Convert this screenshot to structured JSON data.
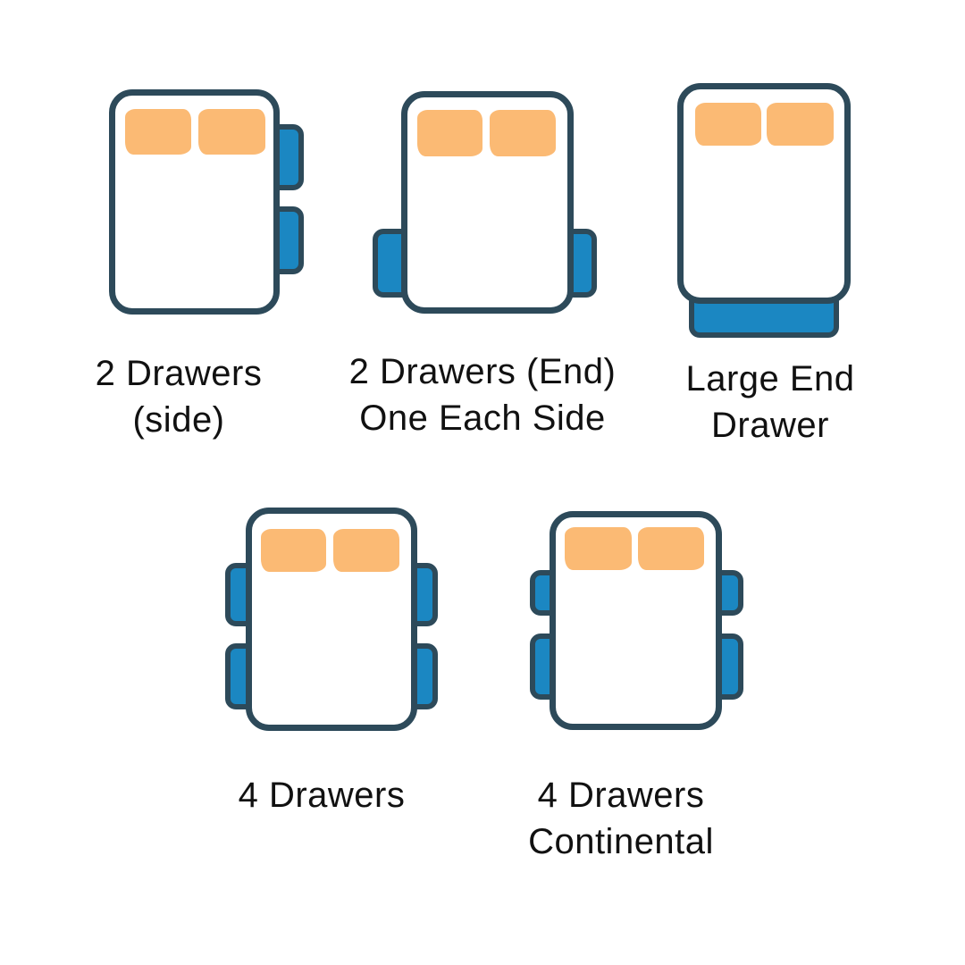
{
  "colors": {
    "outline": "#2d4a5a",
    "drawer": "#1b87c2",
    "pillow": "#fbba74",
    "text": "#111111",
    "background": "#ffffff"
  },
  "beds": [
    {
      "label_lines": [
        "2 Drawers",
        "(side)"
      ],
      "drawer_count": 2,
      "drawer_placement": "two drawers on right side"
    },
    {
      "label_lines": [
        "2 Drawers (End)",
        "One Each Side"
      ],
      "drawer_count": 2,
      "drawer_placement": "one drawer each side near foot end"
    },
    {
      "label_lines": [
        "Large End",
        "Drawer"
      ],
      "drawer_count": 1,
      "drawer_placement": "single large drawer at foot end"
    },
    {
      "label_lines": [
        "4 Drawers"
      ],
      "drawer_count": 4,
      "drawer_placement": "two drawers each side"
    },
    {
      "label_lines": [
        "4 Drawers",
        "Continental"
      ],
      "drawer_count": 4,
      "drawer_placement": "two drawers each side, shorter upper drawers"
    }
  ]
}
